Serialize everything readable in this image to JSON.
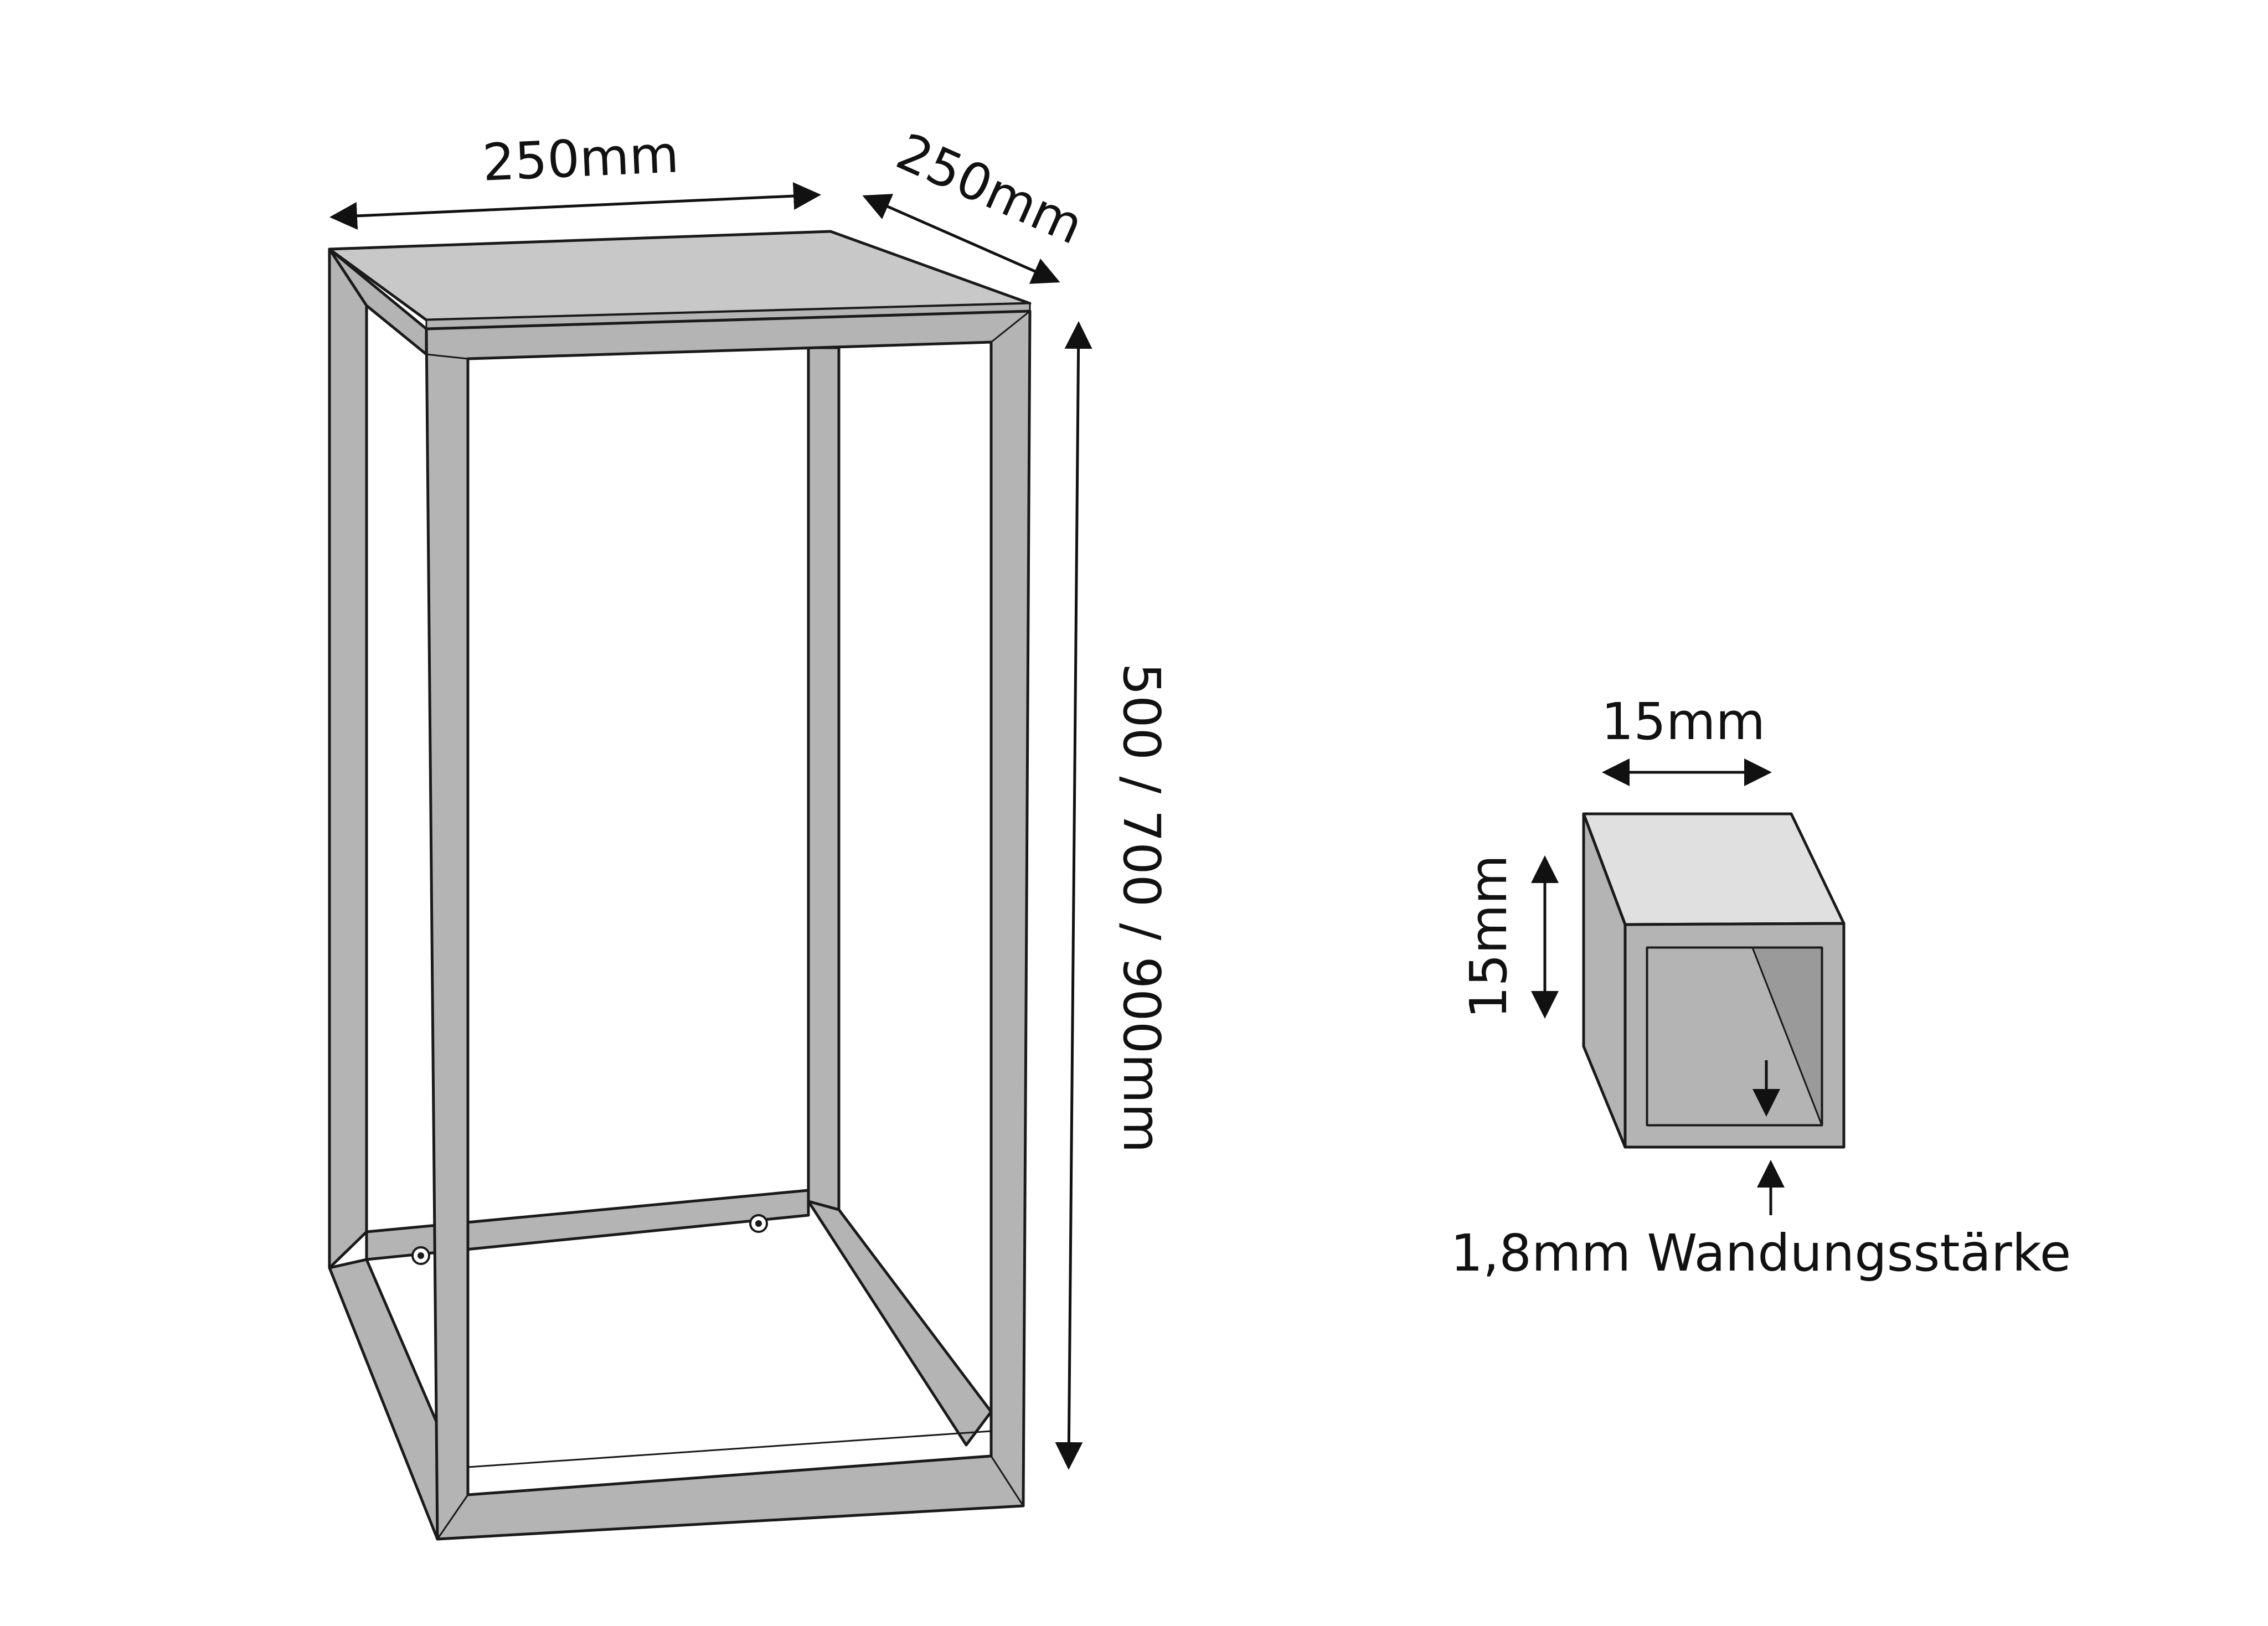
{
  "labels": {
    "top_width": "250mm",
    "top_depth": "250mm",
    "height": "500 / 700 / 900mm",
    "profile_width": "15mm",
    "profile_height": "15mm",
    "wall_thickness": "1,8mm Wandungsstärke"
  },
  "colors": {
    "frame_fill": "#b4b4b4",
    "top_fill": "#c8c8c8",
    "profile_top_fill": "#e0e0e0",
    "profile_inner_dark": "#9a9a9a",
    "stroke": "#1a1a1a",
    "background": "#ffffff"
  },
  "icons": {
    "screw_left": "screw-head-icon",
    "screw_right": "screw-head-icon"
  }
}
